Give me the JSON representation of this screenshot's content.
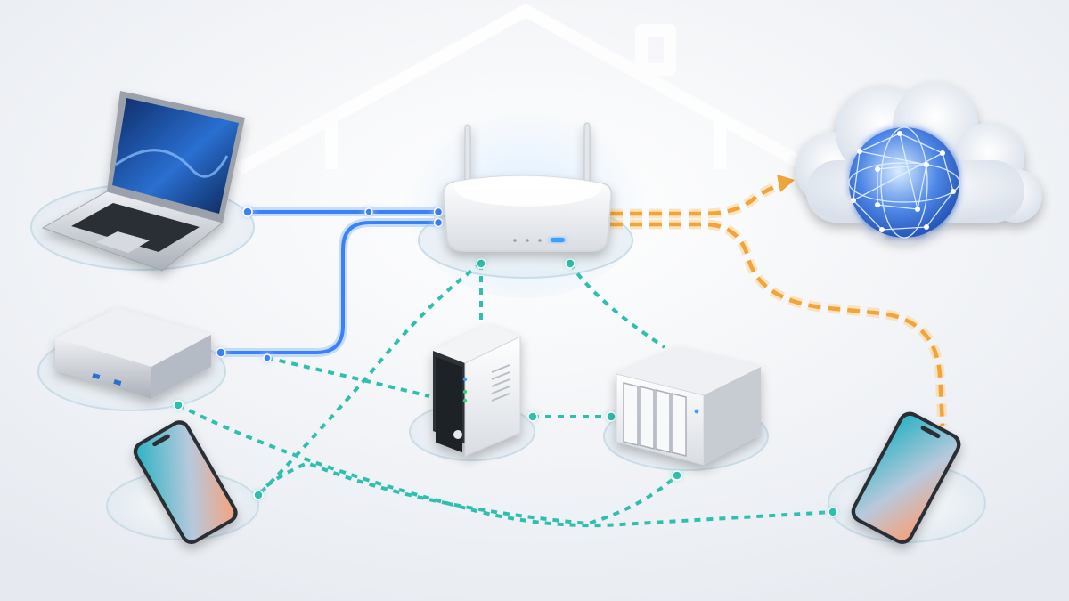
{
  "colors": {
    "background": "#eef1f5",
    "wired_link": "#3b82f6",
    "wireless_link": "#2fbfae",
    "internet_link": "#f0a43a",
    "glow_wired": "#9cc4ff",
    "glow_wireless": "#a6ece3",
    "glow_internet": "#ffd59a",
    "device_silver": "#c9ced6",
    "device_white": "#f7f8fa",
    "screen_blue": "#1f4fa8",
    "phone_gradient_top": "#3fc1c9",
    "phone_gradient_bottom": "#f6a07a",
    "status_led": "#3aa0ff",
    "globe_glow": "#7fb6ff"
  },
  "nodes": [
    {
      "id": "home",
      "icon": "house-outline-icon",
      "interactable": false
    },
    {
      "id": "router",
      "icon": "wifi-router-icon",
      "interactable": false
    },
    {
      "id": "laptop",
      "icon": "laptop-icon",
      "interactable": false
    },
    {
      "id": "mini-pc",
      "icon": "mini-pc-icon",
      "interactable": false
    },
    {
      "id": "phone-left",
      "icon": "smartphone-icon",
      "interactable": false
    },
    {
      "id": "server",
      "icon": "tower-server-icon",
      "interactable": false
    },
    {
      "id": "nas",
      "icon": "nas-storage-icon",
      "interactable": false
    },
    {
      "id": "phone-right",
      "icon": "smartphone-icon",
      "interactable": false
    },
    {
      "id": "cloud",
      "icon": "cloud-globe-icon",
      "interactable": false
    }
  ],
  "links": [
    {
      "id": "laptop-router",
      "from": "laptop",
      "to": "router",
      "kind": "wired"
    },
    {
      "id": "minipc-router",
      "from": "mini-pc",
      "to": "router",
      "kind": "wired"
    },
    {
      "id": "router-cloud",
      "from": "router",
      "to": "cloud",
      "kind": "internet"
    },
    {
      "id": "router-phone-right",
      "from": "router",
      "to": "phone-right",
      "kind": "internet"
    },
    {
      "id": "router-server",
      "from": "router",
      "to": "server",
      "kind": "wireless"
    },
    {
      "id": "router-nas",
      "from": "router",
      "to": "nas",
      "kind": "wireless"
    },
    {
      "id": "router-phone-left",
      "from": "router",
      "to": "phone-left",
      "kind": "wireless"
    },
    {
      "id": "minipc-server",
      "from": "mini-pc",
      "to": "server",
      "kind": "wireless"
    },
    {
      "id": "server-nas",
      "from": "server",
      "to": "nas",
      "kind": "wireless"
    },
    {
      "id": "minipc-phone-right",
      "from": "mini-pc",
      "to": "phone-right",
      "kind": "wireless"
    },
    {
      "id": "phone-left-nas",
      "from": "phone-left",
      "to": "nas",
      "kind": "wireless"
    }
  ]
}
